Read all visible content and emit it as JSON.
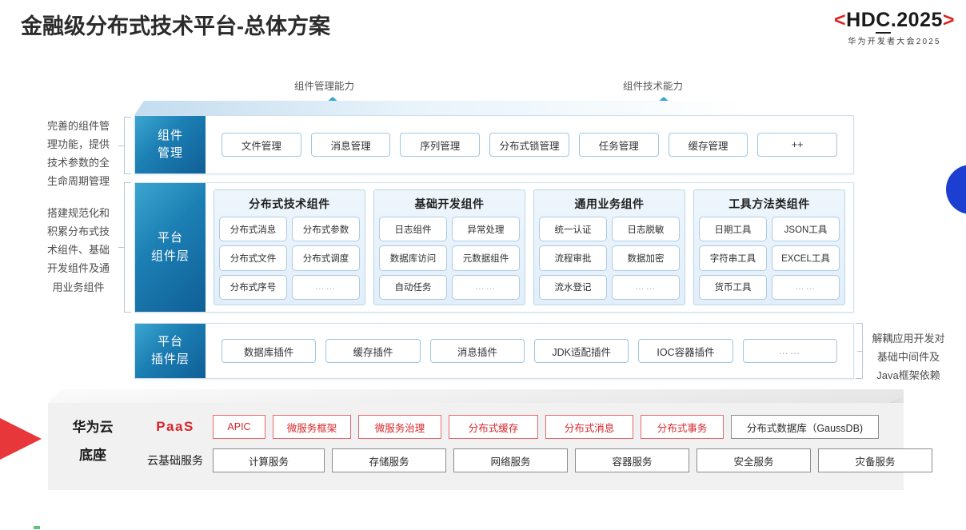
{
  "header": {
    "title": "金融级分布式技术平台-总体方案",
    "logo": {
      "bracket_left": "<",
      "bracket_right": ">",
      "main_pre": "HD",
      "main_underlined": "C",
      "main_post": ".2025",
      "subtitle": "华为开发者大会2025",
      "accent_color": "#e02020"
    }
  },
  "arrows": {
    "left_label": "组件管理能力",
    "right_label": "组件技术能力",
    "color": "#1b7fb4"
  },
  "side_notes": {
    "left_top": "完善的组件管\n理功能，提供\n技术参数的全\n生命周期管理",
    "left_top_lines": [
      "完善的组件管",
      "理功能，提供",
      "技术参数的全",
      "生命周期管理"
    ],
    "left_bottom_lines": [
      "搭建规范化和",
      "积累分布式技",
      "术组件、基础",
      "开发组件及通",
      "用业务组件"
    ],
    "right_lines": [
      "解耦应用开发对",
      "基础中间件及",
      "Java框架依赖"
    ]
  },
  "layers": [
    {
      "id": "component-management",
      "label_lines": [
        "组件",
        "管理"
      ],
      "chips": [
        "文件管理",
        "消息管理",
        "序列管理",
        "分布式锁管理",
        "任务管理",
        "缓存管理",
        "++"
      ]
    },
    {
      "id": "platform-plugin",
      "label_lines": [
        "平台",
        "插件层"
      ],
      "chips": [
        "数据库插件",
        "缓存插件",
        "消息插件",
        "JDK适配插件",
        "IOC容器插件",
        "……"
      ]
    }
  ],
  "platform_layer": {
    "label_lines": [
      "平台",
      "组件层"
    ],
    "groups": [
      {
        "title": "分布式技术组件",
        "cells": [
          "分布式消息",
          "分布式参数",
          "分布式文件",
          "分布式调度",
          "分布式序号",
          "……"
        ]
      },
      {
        "title": "基础开发组件",
        "cells": [
          "日志组件",
          "异常处理",
          "数据库访问",
          "元数据组件",
          "自动任务",
          "……"
        ]
      },
      {
        "title": "通用业务组件",
        "cells": [
          "统一认证",
          "日志脱敏",
          "流程审批",
          "数据加密",
          "流水登记",
          "……"
        ]
      },
      {
        "title": "工具方法类组件",
        "cells": [
          "日期工具",
          "JSON工具",
          "字符串工具",
          "EXCEL工具",
          "货币工具",
          "……"
        ]
      }
    ]
  },
  "base": {
    "title_lines": [
      "华为云",
      "底座"
    ],
    "paas_label": "PaaS",
    "basic_label": "云基础服务",
    "paas_services": [
      {
        "name": "APIC",
        "style": "red",
        "width": 66
      },
      {
        "name": "微服务框架",
        "style": "red",
        "width": 98
      },
      {
        "name": "微服务治理",
        "style": "red",
        "width": 104
      },
      {
        "name": "分布式缓存",
        "style": "red",
        "width": 112
      },
      {
        "name": "分布式消息",
        "style": "red",
        "width": 110
      },
      {
        "name": "分布式事务",
        "style": "red",
        "width": 104
      },
      {
        "name": "分布式数据库（GaussDB)",
        "style": "gray",
        "width": 185
      }
    ],
    "basic_services": [
      {
        "name": "计算服务",
        "style": "gray",
        "width": 140
      },
      {
        "name": "存储服务",
        "style": "gray",
        "width": 143
      },
      {
        "name": "网络服务",
        "style": "gray",
        "width": 143
      },
      {
        "name": "容器服务",
        "style": "gray",
        "width": 143
      },
      {
        "name": "安全服务",
        "style": "gray",
        "width": 143
      },
      {
        "name": "灾备服务",
        "style": "gray",
        "width": 143
      }
    ]
  },
  "colors": {
    "brand_red": "#d7262b",
    "layer_blue": "#1b7fb4",
    "base_gray": "#f1f1f1",
    "accent_blue_dot": "#1c3fd1",
    "accent_red_wedge": "#e8373a"
  }
}
